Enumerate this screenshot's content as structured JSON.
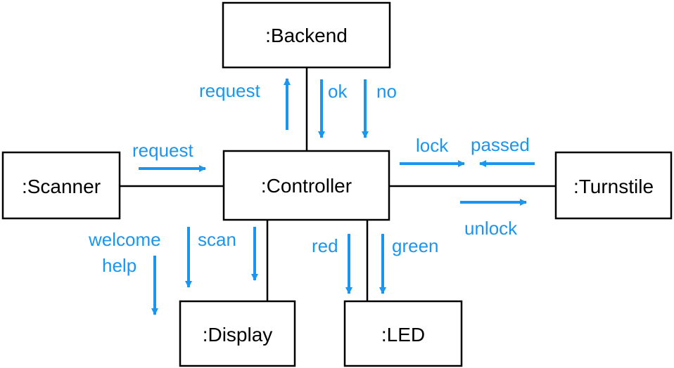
{
  "colors": {
    "box_stroke": "#000000",
    "link_stroke": "#000000",
    "message": "#1a96f0"
  },
  "objects": {
    "backend": ":Backend",
    "controller": ":Controller",
    "scanner": ":Scanner",
    "turnstile": ":Turnstile",
    "display": ":Display",
    "led": ":LED"
  },
  "messages": {
    "request_to_backend": "request",
    "ok": "ok",
    "no": "no",
    "request_from_scanner": "request",
    "lock": "lock",
    "passed": "passed",
    "unlock": "unlock",
    "welcome": "welcome",
    "help": "help",
    "scan": "scan",
    "red": "red",
    "green": "green"
  }
}
